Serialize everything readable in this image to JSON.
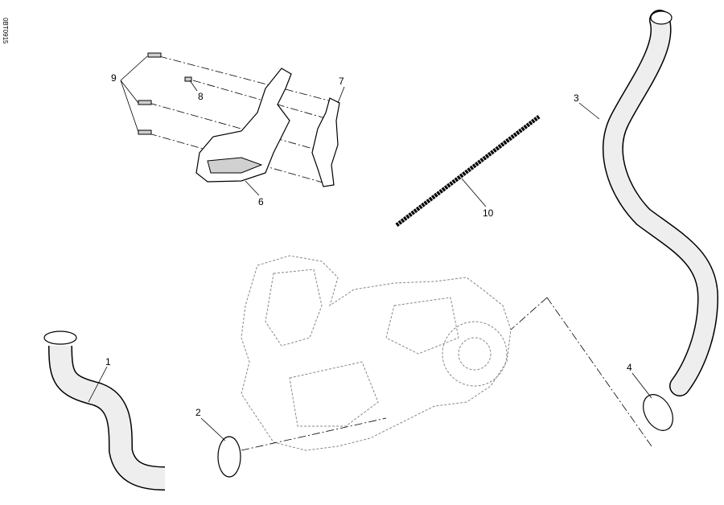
{
  "reference_code": "0BT0915",
  "callouts": [
    {
      "id": "1",
      "label": "1"
    },
    {
      "id": "2",
      "label": "2"
    },
    {
      "id": "3",
      "label": "3"
    },
    {
      "id": "4",
      "label": "4"
    },
    {
      "id": "6",
      "label": "6"
    },
    {
      "id": "7",
      "label": "7"
    },
    {
      "id": "8",
      "label": "8"
    },
    {
      "id": "9",
      "label": "9"
    },
    {
      "id": "10",
      "label": "10"
    }
  ]
}
